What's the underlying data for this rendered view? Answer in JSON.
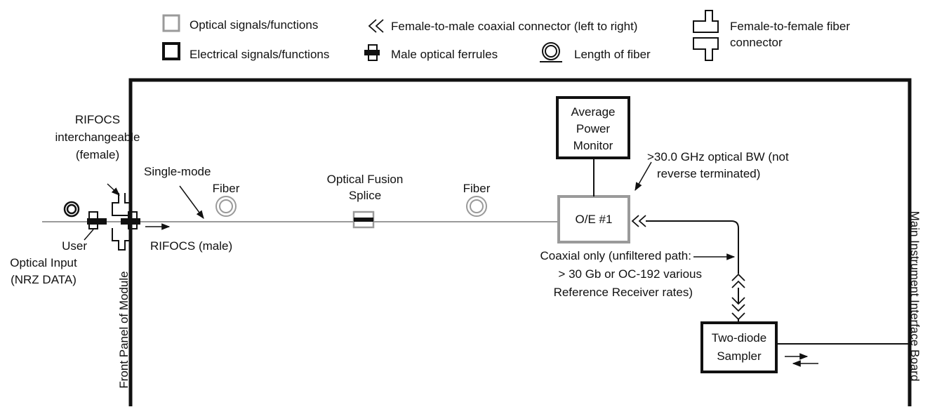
{
  "legend": {
    "optical": "Optical signals/functions",
    "electrical": "Electrical signals/functions",
    "coax_connector": "Female-to-male coaxial connector (left to right)",
    "male_ferrules": "Male optical ferrules",
    "fiber_length": "Length of fiber",
    "fiber_connector_l1": "Female-to-female fiber",
    "fiber_connector_l2": "connector"
  },
  "labels": {
    "rifocs_l1": "RIFOCS",
    "rifocs_l2": "interchangeable",
    "rifocs_l3": "(female)",
    "user_l1": "User",
    "user_l2": "Optical Input",
    "user_l3": "(NRZ DATA)",
    "rifocs_male": "RIFOCS (male)",
    "single_mode": "Single-mode",
    "fiber1": "Fiber",
    "splice_l1": "Optical Fusion",
    "splice_l2": "Splice",
    "fiber2": "Fiber",
    "apm_l1": "Average",
    "apm_l2": "Power",
    "apm_l3": "Monitor",
    "bw_l1": ">30.0 GHz optical BW (not",
    "bw_l2": "reverse terminated)",
    "oe": "O/E #1",
    "coax_l1": "Coaxial only (unfiltered path:",
    "coax_l2": "> 30 Gb or OC-192 various",
    "coax_l3": "Reference Receiver rates)",
    "sampler_l1": "Two-diode",
    "sampler_l2": "Sampler",
    "front_panel": "Front Panel of Module",
    "main_board": "Main Instrument Interface Board"
  },
  "colors": {
    "optical": "#9a9a9a",
    "electrical": "#111111"
  }
}
